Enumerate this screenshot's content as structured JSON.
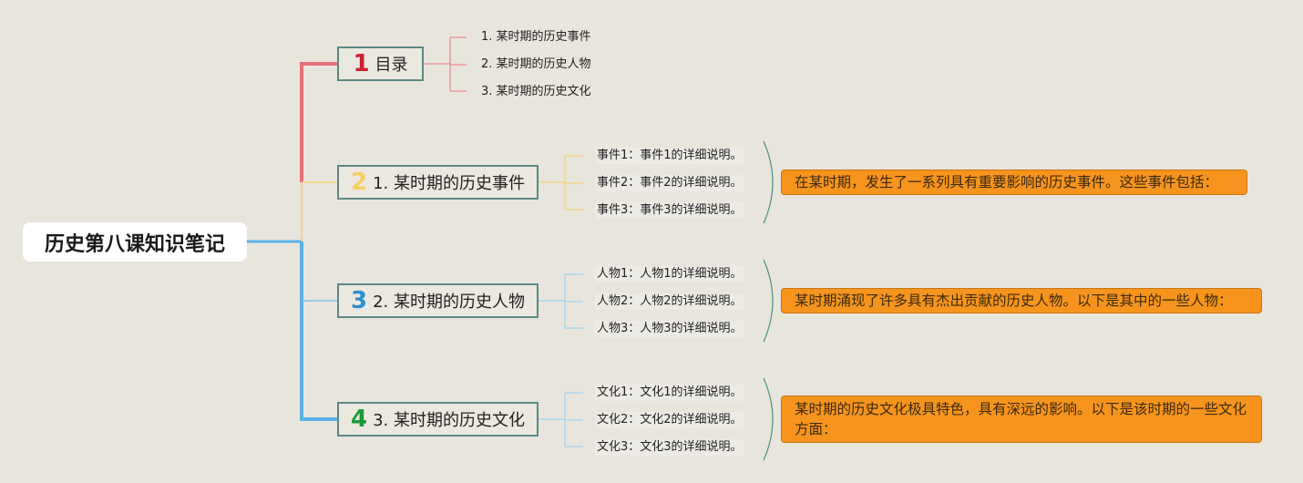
{
  "root": {
    "title": "历史第八课知识笔记"
  },
  "branches": [
    {
      "number": "1",
      "label": "目录",
      "color": "#cc2030",
      "line_color": "#e77880",
      "children": [
        "1. 某时期的历史事件",
        "2. 某时期的历史人物",
        "3. 某时期的历史文化"
      ]
    },
    {
      "number": "2",
      "label": "1. 某时期的历史事件",
      "color": "#f5d060",
      "line_color": "#f5d27a",
      "children": [
        "事件1：事件1的详细说明。",
        "事件2：事件2的详细说明。",
        "事件3：事件3的详细说明。"
      ],
      "note": "在某时期，发生了一系列具有重要影响的历史事件。这些事件包括："
    },
    {
      "number": "3",
      "label": "2. 某时期的历史人物",
      "color": "#2f90d0",
      "line_color": "#7cc4ec",
      "children": [
        "人物1：人物1的详细说明。",
        "人物2：人物2的详细说明。",
        "人物3：人物3的详细说明。"
      ],
      "note": "某时期涌现了许多具有杰出贡献的历史人物。以下是其中的一些人物："
    },
    {
      "number": "4",
      "label": "3. 某时期的历史文化",
      "color": "#1a9a3a",
      "line_color": "#7cc4ec",
      "children": [
        "文化1：文化1的详细说明。",
        "文化2：文化2的详细说明。",
        "文化3：文化3的详细说明。"
      ],
      "note": "某时期的历史文化极具特色，具有深远的影响。以下是该时期的一些文化方面："
    }
  ],
  "colors": {
    "trunk_top": "#e8707a",
    "trunk_bottom": "#5bb0e6",
    "bracket": "#4f8f78",
    "note_fill": "#f7941d"
  }
}
